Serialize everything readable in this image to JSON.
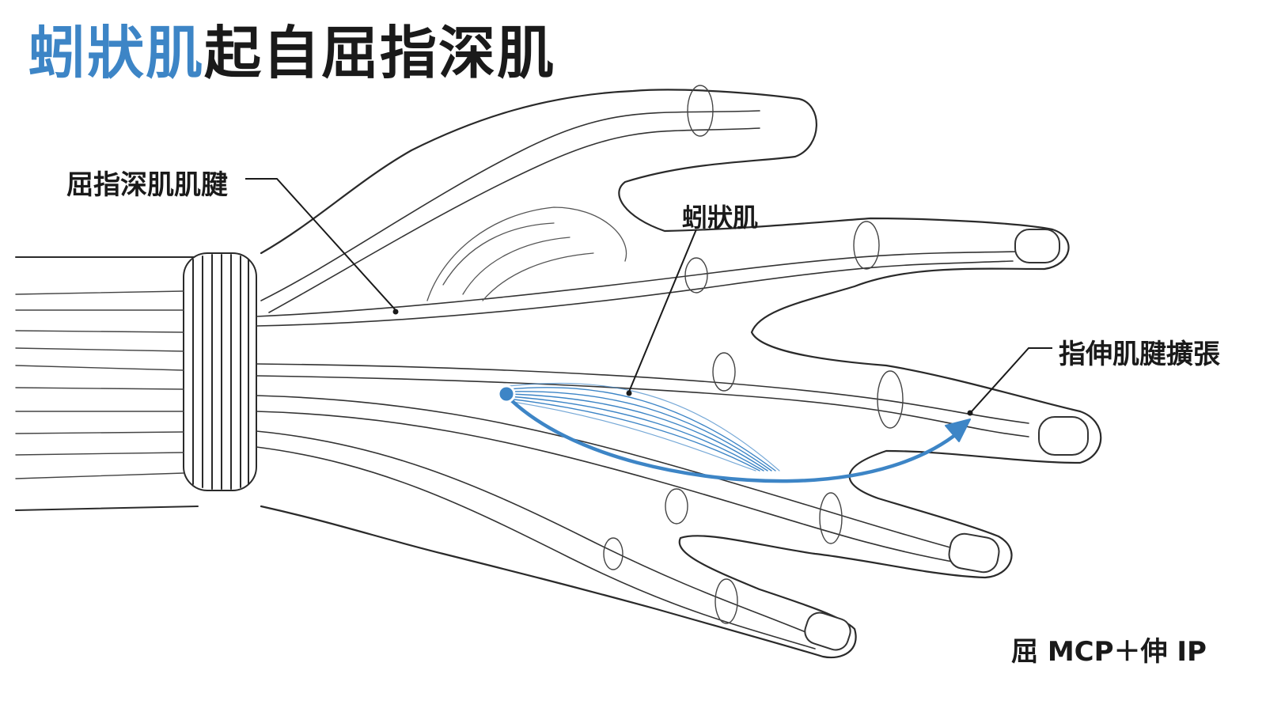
{
  "title": {
    "highlight": "蚓狀肌",
    "rest": "起自屈指深肌"
  },
  "labels": {
    "fdp_tendon": "屈指深肌肌腱",
    "lumbrical": "蚓狀肌",
    "extensor_expansion": "指伸肌腱擴張",
    "action": "屈 MCP＋伸 IP"
  },
  "colors": {
    "accent": "#3d85c6",
    "line": "#2a2a2a",
    "text": "#1a1a1a"
  }
}
